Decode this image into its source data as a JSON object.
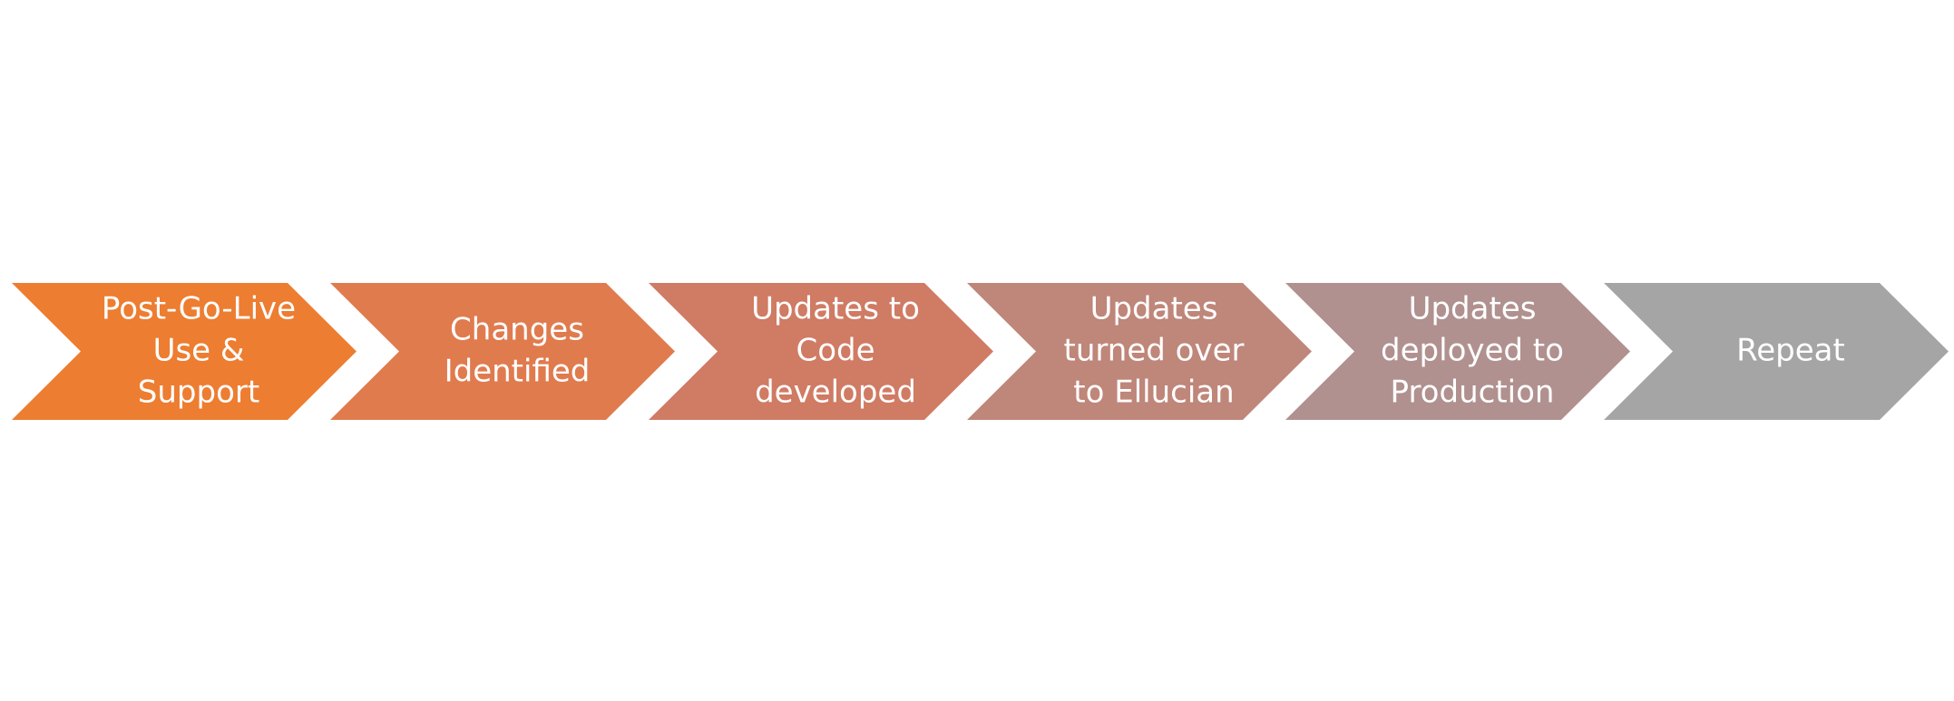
{
  "process_flow": {
    "steps": [
      {
        "lines": [
          "Post-Go-Live",
          "Use &",
          "Support"
        ],
        "color": "#ED7D31"
      },
      {
        "lines": [
          "Changes",
          "Identified"
        ],
        "color": "#E07B4E"
      },
      {
        "lines": [
          "Updates to",
          "Code",
          "developed"
        ],
        "color": "#D07B64"
      },
      {
        "lines": [
          "Updates",
          "turned over",
          "to Ellucian"
        ],
        "color": "#BF867A"
      },
      {
        "lines": [
          "Updates",
          "deployed to",
          "Production"
        ],
        "color": "#B0918F"
      },
      {
        "lines": [
          "Repeat"
        ],
        "color": "#A5A5A5"
      }
    ]
  }
}
